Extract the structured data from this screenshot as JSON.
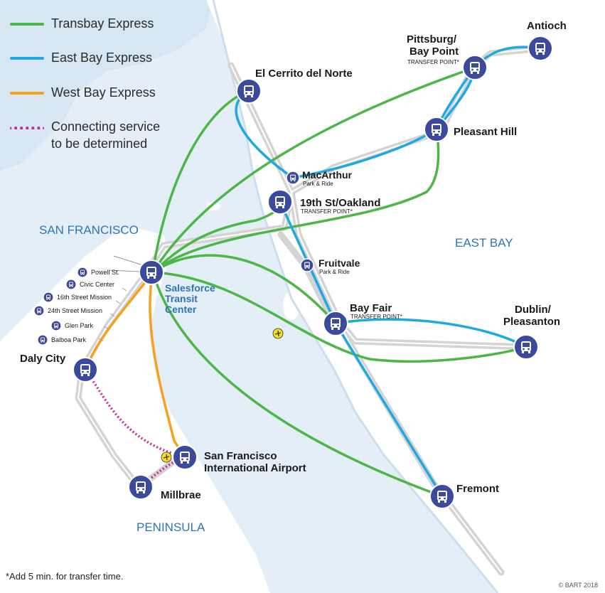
{
  "legend": [
    {
      "label": "Transbay Express",
      "color": "#4cb748",
      "style": "solid"
    },
    {
      "label": "East Bay Express",
      "color": "#1fa9e1",
      "style": "solid"
    },
    {
      "label": "West Bay Express",
      "color": "#f6a21b",
      "style": "solid"
    },
    {
      "label": "Connecting service\nto be determined",
      "color": "#c42a9c",
      "style": "dotted"
    }
  ],
  "colors": {
    "water": "#e4eef7",
    "land": "#ffffff",
    "track": "#dcdcdc",
    "station_blue": "#3b4a9c",
    "region_label": "#2e75b6",
    "airport": "#f7e01b"
  },
  "regions": {
    "san_francisco": "SAN FRANCISCO",
    "east_bay": "EAST BAY",
    "peninsula": "PENINSULA"
  },
  "stations": {
    "antioch": {
      "name": "Antioch"
    },
    "pittsburg": {
      "name": "Pittsburg/\nBay Point",
      "note": "TRANSFER POINT*"
    },
    "el_cerrito": {
      "name": "El Cerrito del Norte"
    },
    "pleasant_hill": {
      "name": "Pleasant Hill"
    },
    "macarthur": {
      "name": "MacArthur",
      "note": "Park & Ride"
    },
    "nineteenth": {
      "name": "19th St/Oakland",
      "note": "TRANSFER POINT*"
    },
    "fruitvale": {
      "name": "Fruitvale",
      "note": "Park & Ride"
    },
    "salesforce": {
      "name": "Salesforce\nTransit\nCenter"
    },
    "bay_fair": {
      "name": "Bay Fair",
      "note": "TRANSFER POINT*"
    },
    "dublin": {
      "name": "Dublin/\nPleasanton"
    },
    "daly_city": {
      "name": "Daly City"
    },
    "sfo": {
      "name": "San Francisco\nInternational Airport"
    },
    "millbrae": {
      "name": "Millbrae"
    },
    "fremont": {
      "name": "Fremont"
    },
    "powell": {
      "name": "Powell St."
    },
    "civic": {
      "name": "Civic Center"
    },
    "s16": {
      "name": "16th Street Mission"
    },
    "s24": {
      "name": "24th Street Mission"
    },
    "glen": {
      "name": "Glen Park"
    },
    "balboa": {
      "name": "Balboa Park"
    }
  },
  "footnote": "*Add 5 min. for transfer time.",
  "copyright": "© BART 2018"
}
